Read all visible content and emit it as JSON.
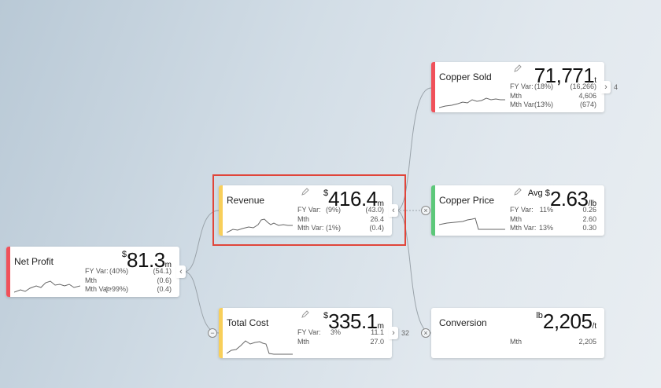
{
  "colors": {
    "red": "#f0515a",
    "yellow": "#f8cf5a",
    "green": "#5dc87a",
    "highlight": "#e0453a"
  },
  "icons": {
    "edit": "pencil-icon",
    "expand": "chevron-icon",
    "remove": "circle-x-icon",
    "collapse": "circle-minus-icon"
  },
  "cards": {
    "net_profit": {
      "title": "Net Profit",
      "prefix": "$",
      "value": "81.3",
      "unit": "m",
      "rows": [
        {
          "label": "FY Var:",
          "pct": "(40%)",
          "amt": "(54.1)"
        },
        {
          "label": "Mth",
          "pct": "",
          "amt": "(0.6)"
        },
        {
          "label": "Mth Var:",
          "pct": "(>99%)",
          "amt": "(0.4)"
        }
      ],
      "expander": "‹"
    },
    "revenue": {
      "title": "Revenue",
      "prefix": "$",
      "value": "416.4",
      "unit": "m",
      "rows": [
        {
          "label": "FY Var:",
          "pct": "(9%)",
          "amt": "(43.0)"
        },
        {
          "label": "Mth",
          "pct": "",
          "amt": "26.4"
        },
        {
          "label": "Mth Var:",
          "pct": "(1%)",
          "amt": "(0.4)"
        }
      ],
      "expander": "‹"
    },
    "total_cost": {
      "title": "Total Cost",
      "prefix": "$",
      "value": "335.1",
      "unit": "m",
      "rows": [
        {
          "label": "FY Var:",
          "pct": "3%",
          "amt": "11.1"
        },
        {
          "label": "Mth",
          "pct": "",
          "amt": "27.0"
        }
      ],
      "expander": "›",
      "count": "32"
    },
    "copper_sold": {
      "title": "Copper Sold",
      "prefix": "",
      "value": "71,771",
      "unit": "t",
      "rows": [
        {
          "label": "FY Var:",
          "pct": "(18%)",
          "amt": "(16,266)"
        },
        {
          "label": "Mth",
          "pct": "",
          "amt": "4,606"
        },
        {
          "label": "Mth Var:",
          "pct": "(13%)",
          "amt": "(674)"
        }
      ],
      "expander": "›",
      "count": "4"
    },
    "copper_price": {
      "title": "Copper Price",
      "prefix": "Avg $",
      "value": "2.63",
      "unit": "/lb",
      "rows": [
        {
          "label": "FY Var:",
          "pct": "11%",
          "amt": "0.26"
        },
        {
          "label": "Mth",
          "pct": "",
          "amt": "2.60"
        },
        {
          "label": "Mth Var:",
          "pct": "13%",
          "amt": "0.30"
        }
      ]
    },
    "conversion": {
      "title": "Conversion",
      "prefix": "lb",
      "value": "2,205",
      "unit": "/t",
      "rows": [
        {
          "label": "Mth",
          "pct": "",
          "amt": "2,205"
        }
      ]
    }
  }
}
